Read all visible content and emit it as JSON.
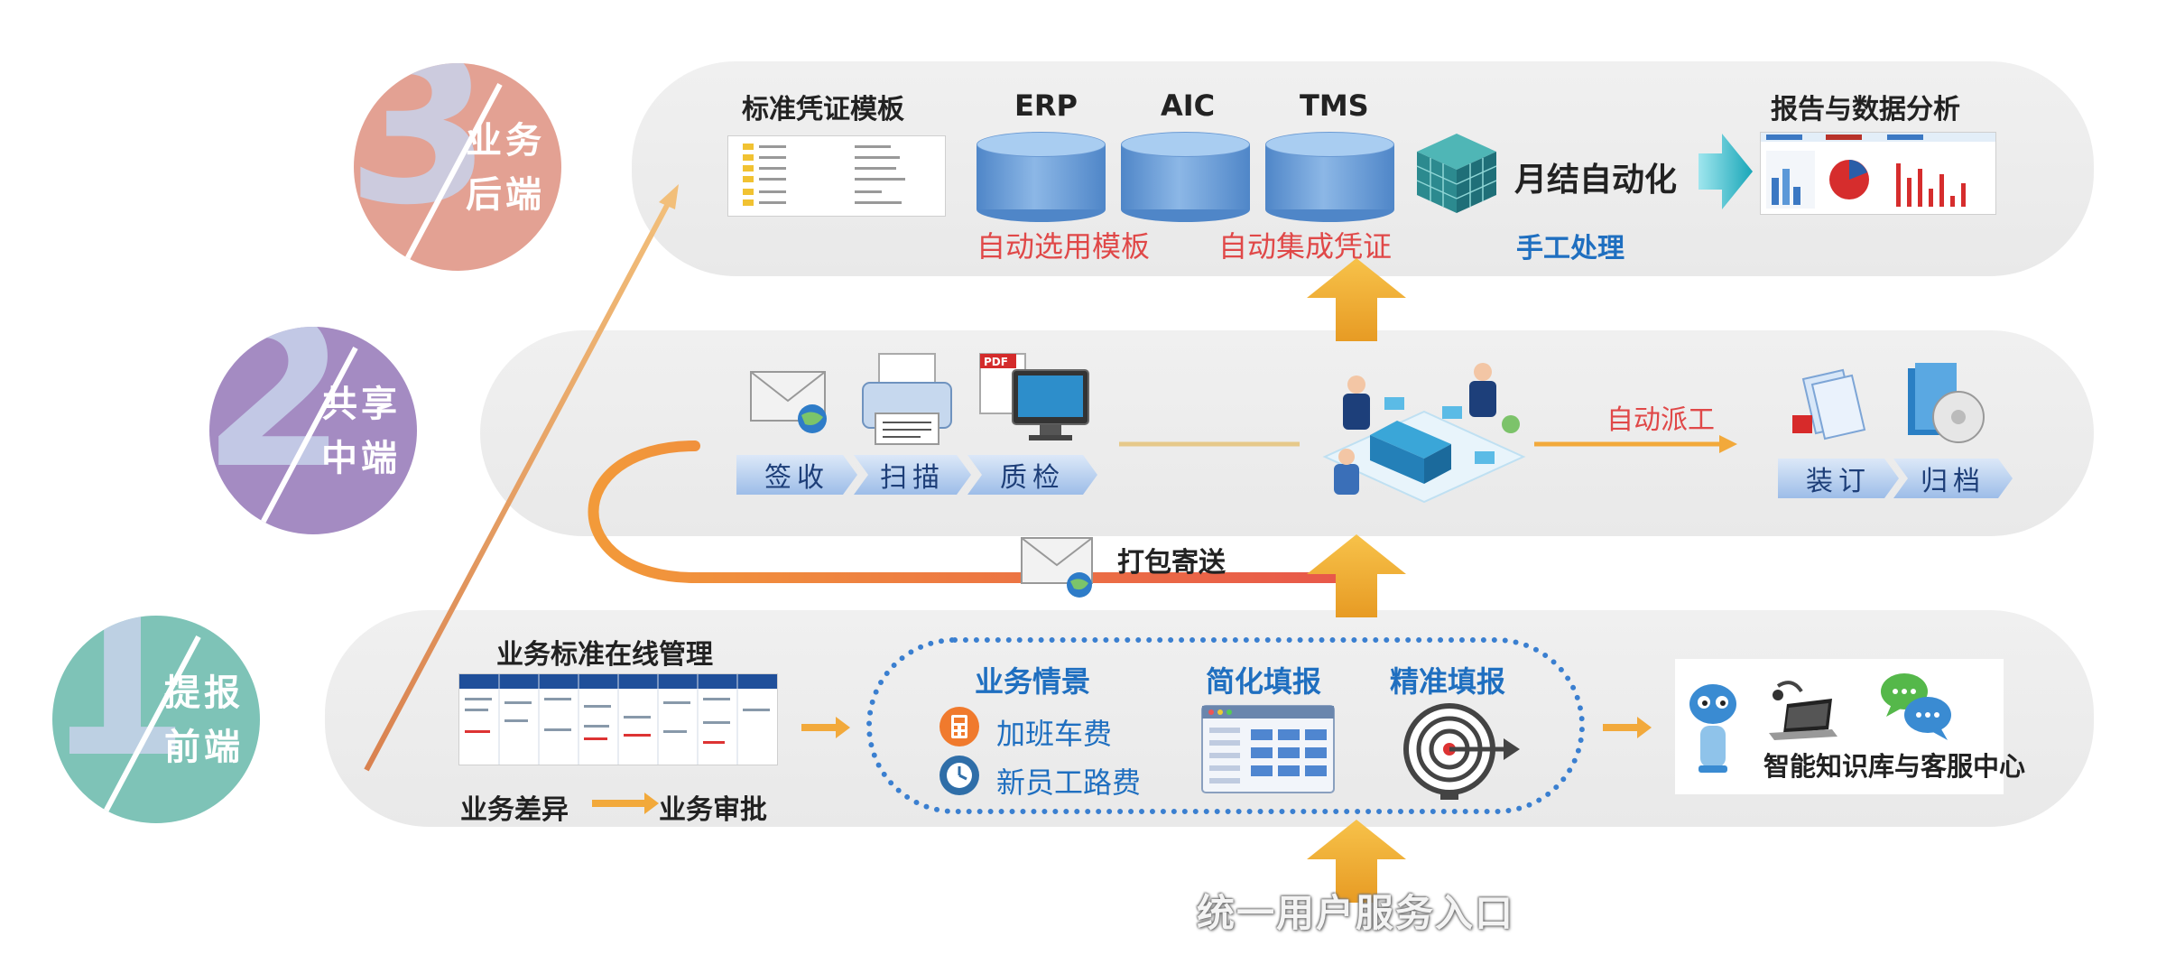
{
  "levels": [
    {
      "number": "1",
      "line1": "提报",
      "line2": "前端",
      "color": "#7ec3b7"
    },
    {
      "number": "2",
      "line1": "共享",
      "line2": "中端",
      "color": "#a48bc2"
    },
    {
      "number": "3",
      "line1": "业务",
      "line2": "后端",
      "color": "#e3a193"
    }
  ],
  "back": {
    "template_title": "标准凭证模板",
    "systems": [
      "ERP",
      "AIC",
      "TMS"
    ],
    "auto_select": "自动选用模板",
    "auto_integrate": "自动集成凭证",
    "month_end": "月结自动化",
    "manual": "手工处理",
    "report_title": "报告与数据分析"
  },
  "middle": {
    "steps": [
      "签收",
      "扫描",
      "质检"
    ],
    "dispatch": "自动派工",
    "end_steps": [
      "装订",
      "归档"
    ],
    "pack_send": "打包寄送"
  },
  "front": {
    "mgmt_title": "业务标准在线管理",
    "diff": "业务差异",
    "approve": "业务审批",
    "scene_title": "业务情景",
    "scene_items": [
      "加班车费",
      "新员工路费"
    ],
    "simplify": "简化填报",
    "precise": "精准填报",
    "knowledge": "智能知识库与客服中心"
  },
  "entry": "统一用户服务入口",
  "colors": {
    "accent_orange": "#f2a93b",
    "red_text": "#e04848",
    "blue_text": "#1f6fc0"
  },
  "icons": [
    "mail-icon",
    "printer-icon",
    "pdf-monitor-icon",
    "folder-icon",
    "archive-disc-icon",
    "grid-cube-icon",
    "calculator-icon",
    "clock-icon",
    "target-icon",
    "robot-icon",
    "laptop-icon",
    "chat-bubbles-icon"
  ]
}
